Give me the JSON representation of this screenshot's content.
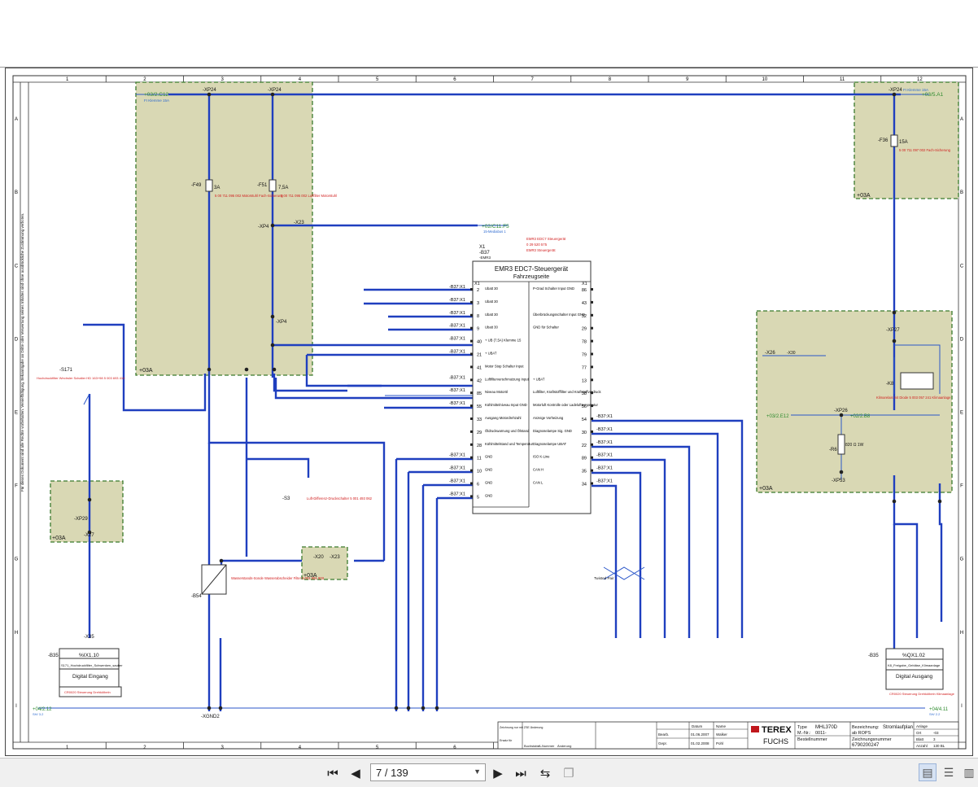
{
  "viewer": {
    "page_input": "7 / 139",
    "buttons": [
      "first-page",
      "previous-page",
      "next-page",
      "last-page",
      "rotate",
      "copy"
    ]
  },
  "frame": {
    "columns": [
      "1",
      "2",
      "3",
      "4",
      "5",
      "6",
      "7",
      "8",
      "9",
      "10",
      "11",
      "12"
    ],
    "rows": [
      "A",
      "B",
      "C",
      "D",
      "E",
      "F",
      "G",
      "H",
      "I"
    ]
  },
  "ecu": {
    "title_ref": "X1",
    "id": "-B37",
    "sub": "-EMR3",
    "name": "EMR3 EDC7-Steuergerät",
    "subtitle": "Fahrzeugseite",
    "red_note": [
      "EMR3 EDC7 Steuergerät",
      "0 29 520 575",
      "EMR3 Steuergerät"
    ],
    "left_header": "X1",
    "right_header": "X1",
    "left_pins": [
      {
        "pin": "2",
        "label": "Ubatt 30",
        "wire": "-B37:X1"
      },
      {
        "pin": "3",
        "label": "Ubatt 30",
        "wire": "-B37:X1"
      },
      {
        "pin": "8",
        "label": "Ubatt 30",
        "wire": "-B37:X1"
      },
      {
        "pin": "9",
        "label": "Ubatt 30",
        "wire": "-B37:X1"
      },
      {
        "pin": "40",
        "label": "+ UB (7,5A) Klemme 15",
        "wire": "-B37:X1"
      },
      {
        "pin": "21",
        "label": "+ UBAT",
        "wire": "-B37:X1"
      },
      {
        "pin": "41",
        "label": "Motor Stop Schalter Input",
        "wire": ""
      },
      {
        "pin": "42",
        "label": "Luftfilterverschmutzung Input",
        "wire": "-B37:X1"
      },
      {
        "pin": "85",
        "label": "Niveau Motoröl",
        "wire": "-B37:X1"
      },
      {
        "pin": "55",
        "label": "Kühlmittelniveau Input GND",
        "wire": "-B37:X1"
      },
      {
        "pin": "33",
        "label": "Ausgang Motordrehzahl",
        "wire": ""
      },
      {
        "pin": "29",
        "label": "Öldruckwarnung und Ölstand",
        "wire": ""
      },
      {
        "pin": "28",
        "label": "Kühlmittelstand und Temperatur",
        "wire": ""
      },
      {
        "pin": "11",
        "label": "GND",
        "wire": "-B37:X1"
      },
      {
        "pin": "10",
        "label": "GND",
        "wire": "-B37:X1"
      },
      {
        "pin": "6",
        "label": "GND",
        "wire": "-B37:X1"
      },
      {
        "pin": "5",
        "label": "GND",
        "wire": "-B37:X1"
      }
    ],
    "right_pins": [
      {
        "pin": "86",
        "label": "P-Grad Schalter Input GND",
        "wire": ""
      },
      {
        "pin": "43",
        "label": "",
        "wire": ""
      },
      {
        "pin": "32",
        "label": "Überbrückungsschalter Input GND",
        "wire": ""
      },
      {
        "pin": "29",
        "label": "GND für Schalter",
        "wire": ""
      },
      {
        "pin": "78",
        "label": "",
        "wire": ""
      },
      {
        "pin": "79",
        "label": "",
        "wire": ""
      },
      {
        "pin": "77",
        "label": "",
        "wire": ""
      },
      {
        "pin": "13",
        "label": "+ UBAT",
        "wire": ""
      },
      {
        "pin": "38",
        "label": "Luftfilter, Kraftstofffilter und Kraftstoffvordruck",
        "wire": ""
      },
      {
        "pin": "56",
        "label": "Motorluft Kontrolle oder Ladeluft­temperatur",
        "wire": ""
      },
      {
        "pin": "54",
        "label": "Anzeige Vorheizung",
        "wire": "-B37:X1"
      },
      {
        "pin": "30",
        "label": "Diagnoselampe Sig. GND",
        "wire": "-B37:X1"
      },
      {
        "pin": "22",
        "label": "Diagnoselampe UBAT",
        "wire": "-B37:X1"
      },
      {
        "pin": "89",
        "label": "ISO K-Line",
        "wire": "-B37:X1"
      },
      {
        "pin": "35",
        "label": "CAN H",
        "wire": "-B37:X1"
      },
      {
        "pin": "34",
        "label": "CAN L",
        "wire": "-B37:X1"
      }
    ]
  },
  "labels": {
    "xp24_a": "-XP24",
    "xp24_b": "-XP24",
    "xp24_c": "-XP24",
    "ref_top_left": "+03/2.C12",
    "ref_top_left_sub": "FI Klemme 15A",
    "ref_top_right": "+03/5.A1",
    "ref_top_right_sub": "FI Klemme 15A",
    "f49": "-F49",
    "f49_val": "3A",
    "f49_note": "5 00 711 095 002 Motorstuhl Fach-Sicherung",
    "f51": "-F51",
    "f51_val": "7,5A",
    "f51_note": "5 00 711 095 002 Luftfilter Motorstuhl",
    "f36": "-F36",
    "f36_val": "15A",
    "f36_note": "5 00 711 097 002 Fach-Sicherung",
    "xp4": "-XP4",
    "xp4_b": "-XP4",
    "x23": "-X23",
    "ref_c11": "+02/C11.F5",
    "ref_c11_sub": "15-Mediabus 1",
    "box_03a": "+03A",
    "s171": "-S171",
    "s171_note": "Hochdruckfilter Wechsler Schalter HD 163+98 5 003 693 415",
    "x29": "-XP29",
    "x27": "-X27",
    "x35": "-X35",
    "b35_left": "-B35",
    "b35_left_addr": "%IX1.10",
    "b35_left_name": "S171_Hochdruckfilter_Schwenken_sauber",
    "b35_left_type": "Digital Eingang",
    "b35_left_note": "CR0020 Steuerung Drehkölbeln",
    "b35_right": "-B35",
    "b35_right_addr": "%QX1.02",
    "b35_right_name": "K8_Freigabe_Gebläse_Klimaanlage",
    "b35_right_type": "Digital Ausgang",
    "b35_right_note": "CR0020 Steuerung Drehkölbeln Klimaanlage",
    "s3": "-S3",
    "s3_note": "Luft-Differenz-Druckschalter 5 001 493 062",
    "b54": "-B54",
    "b54_note": "Wasserstands-Sonde Wasserabscheider Filter 5 001 691 903",
    "x20": "-X20",
    "x23b": "-X23",
    "k8": "-K8",
    "k8_note": "Klimarelais mit Diode 5 003 057 241 Klimaanlage",
    "r6": "-R6",
    "r6_val": "820 Ω 1W",
    "xp26": "-XP26",
    "xp27": "-XP27",
    "xp53": "-XP53",
    "x26": "-X26",
    "ref_e12": "+03/2.E12",
    "ref_e12b": "+02/2.B8",
    "ref_x30": "-X30",
    "twisted": "Twisted Pair",
    "gnd_ref": "-XGND2",
    "ref_i1": "+04/2.12",
    "ref_i1_sub": "SH/ 3.2",
    "ref_i12": "+04/4.11",
    "ref_i12_sub": "SH/ 2.2",
    "vertical_note": "Für dieses Dokument sind alle Rechte vorbehalten. Vervielfältigung, Bekanntgabe an Dritte oder Verwertung seines Inhaltes sind ohne ausdrückliche Zustimmung verboten."
  },
  "title_block": {
    "company": "TEREX",
    "company_sub": "FUCHS",
    "type_label": "Type",
    "type_value": "MHL370D",
    "mnr_label": "M.-Nr.:",
    "mnr_value": "0011-",
    "bestell_label": "Bestellnummer",
    "bez_label": "Bezeichnung:",
    "bez_value": "Stromlaufplan",
    "bez_value2": "ab ROPS",
    "zeich_label": "Zeichnungsnummer",
    "zeich_value": "6790200247",
    "datum_label": "Datum",
    "name_label": "Name",
    "bearb": "Bearb.",
    "bearb_date": "01.06.2007",
    "bearb_name": "Walker",
    "gepr": "Gepr.",
    "gepr_date": "01.02.2008",
    "gepr_name": "Pohl",
    "anlage_label": "Anlage",
    "ort_label": "Ort",
    "ort_value": "-03",
    "blatt_label": "Blatt",
    "blatt_value": "3",
    "anzahl_label": "Anzahl",
    "anzahl_value": "130 BL",
    "aend_label": "Änderung",
    "buchst_label": "Buchstabe",
    "nummer_label": "A-Nummer",
    "zeichnung_label": "Zeichnung nur mit ZSE Änderung",
    "index_label": "Ersatz für"
  },
  "colors": {
    "wire": "#1f3fbf",
    "thin_wire": "#2b57c9",
    "box_fill": "#d9d8b4",
    "box_border": "#3a7a2c",
    "ref_green": "#2e8b2e",
    "note_red": "#d11c1c",
    "note_blue": "#2d6ad0"
  }
}
